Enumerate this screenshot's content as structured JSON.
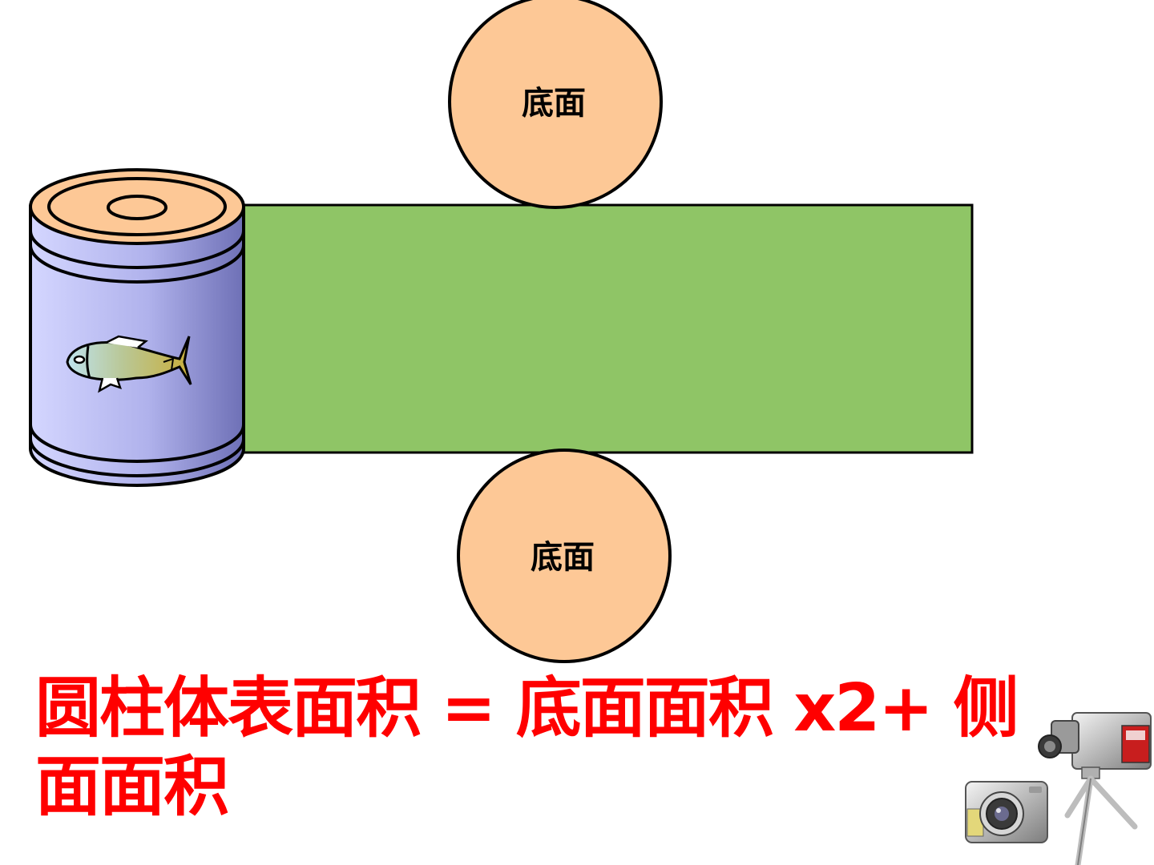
{
  "diagram": {
    "top_circle_label": "底面",
    "bottom_circle_label": "底面",
    "formula": "圆柱体表面积 = 底面面积 x2+ 侧面面积"
  },
  "colors": {
    "base_circle_fill": "#fdc896",
    "lateral_rect_fill": "#8fc566",
    "can_body_light": "#cfd1fb",
    "can_body_dark": "#7a7cc0",
    "can_top_fill": "#fdc896",
    "formula_text": "#ff0000",
    "outline": "#000000"
  },
  "icons": [
    "fish-icon",
    "camera-icon",
    "camcorder-icon",
    "tripod-icon"
  ]
}
